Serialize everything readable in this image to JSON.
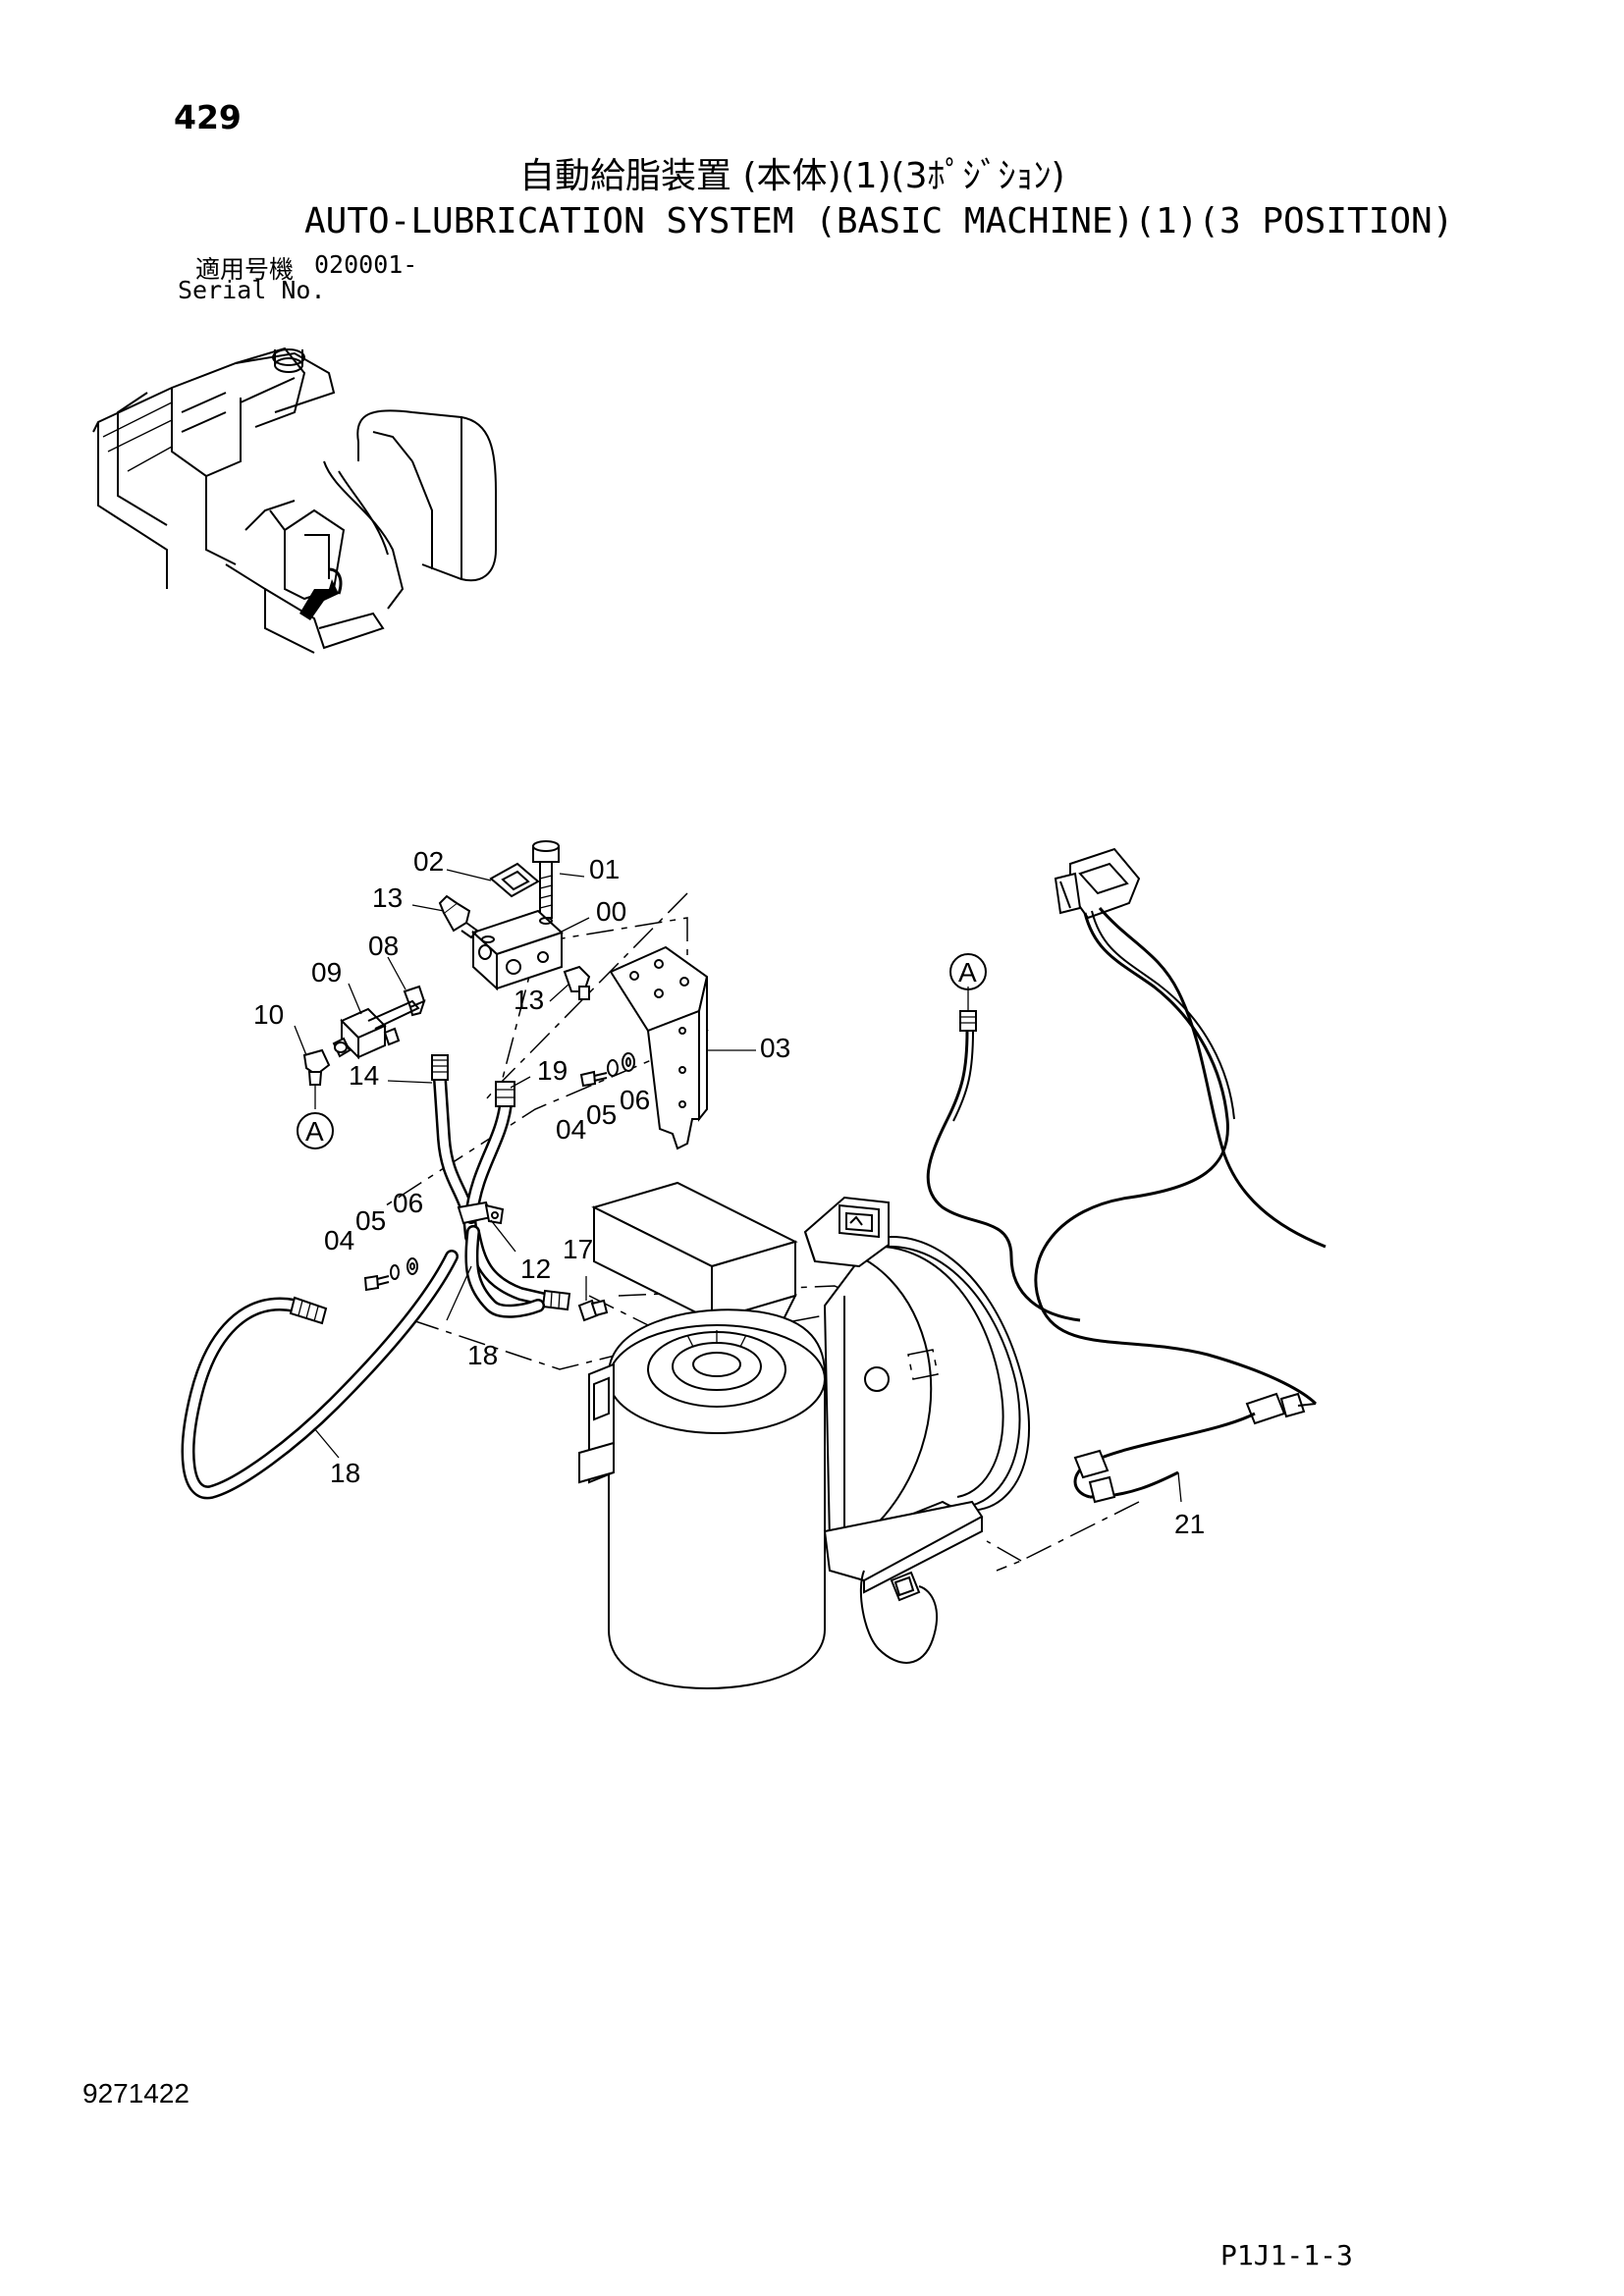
{
  "header": {
    "page_number": "429",
    "title_jp": "自動給脂装置 (本体)(1)(3ﾎﾟｼﾞｼｮﾝ)",
    "title_en": "AUTO-LUBRICATION SYSTEM (BASIC MACHINE)(1)(3 POSITION)",
    "serial_label_jp": "適用号機",
    "serial_value": "020001-",
    "serial_label_en": "Serial No."
  },
  "callouts": {
    "p00": "00",
    "p01": "01",
    "p02": "02",
    "p03": "03",
    "p04a": "04",
    "p04b": "04",
    "p05a": "05",
    "p05b": "05",
    "p06a": "06",
    "p06b": "06",
    "p08": "08",
    "p09": "09",
    "p10": "10",
    "p12": "12",
    "p13a": "13",
    "p13b": "13",
    "p14": "14",
    "p17": "17",
    "p18a": "18",
    "p18b": "18",
    "p19": "19",
    "p21": "21",
    "refA1": "A",
    "refA2": "A"
  },
  "footer": {
    "drawing_code": "9271422",
    "page_ref": "P1J1-1-3"
  }
}
